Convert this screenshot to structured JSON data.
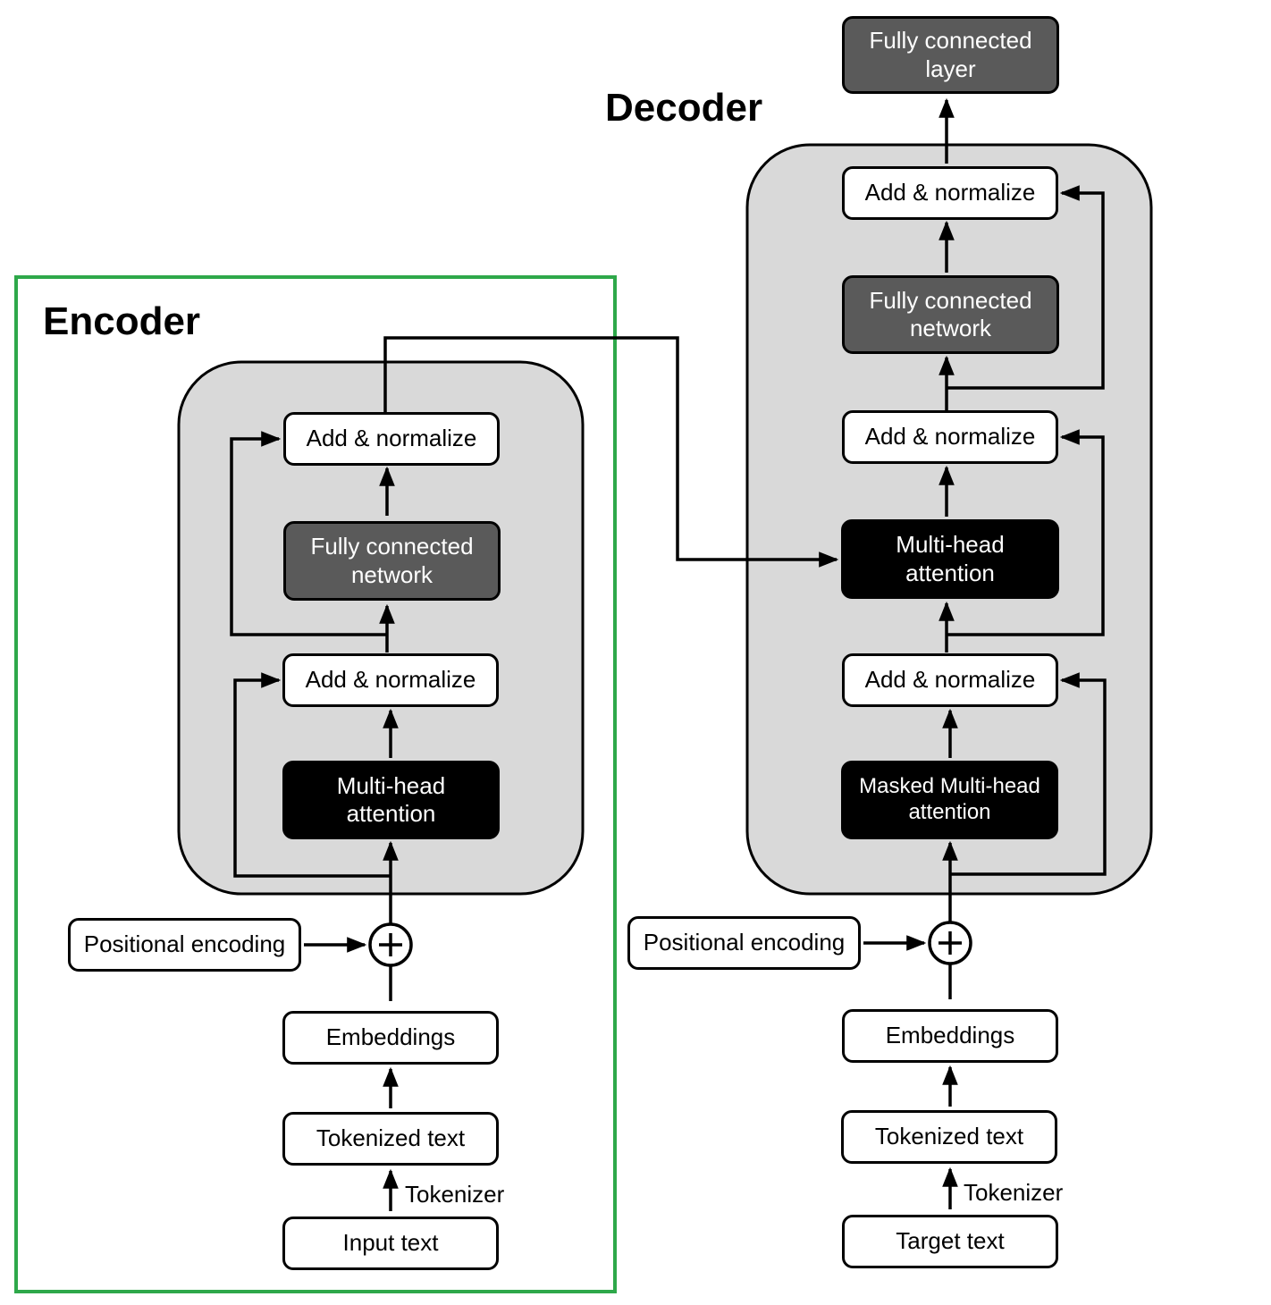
{
  "encoder": {
    "title": "Encoder",
    "add_norm_top": "Add & normalize",
    "fc_network": "Fully connected\nnetwork",
    "add_norm_bottom": "Add & normalize",
    "attention": "Multi-head\nattention",
    "positional_encoding": "Positional encoding",
    "embeddings": "Embeddings",
    "tokenized_text": "Tokenized text",
    "tokenizer": "Tokenizer",
    "input_text": "Input text"
  },
  "decoder": {
    "title": "Decoder",
    "fc_layer": "Fully connected\nlayer",
    "add_norm_top": "Add & normalize",
    "fc_network": "Fully connected\nnetwork",
    "add_norm_middle": "Add & normalize",
    "cross_attention": "Multi-head\nattention",
    "add_norm_bottom": "Add & normalize",
    "masked_attention": "Masked Multi-head\nattention",
    "positional_encoding": "Positional encoding",
    "embeddings": "Embeddings",
    "tokenized_text": "Tokenized text",
    "tokenizer": "Tokenizer",
    "target_text": "Target text"
  },
  "colors": {
    "encoder_frame": "#2ea84a",
    "block_fill": "#d9d9d9",
    "dark_box": "#5a5a5a",
    "black_box": "#000000"
  }
}
